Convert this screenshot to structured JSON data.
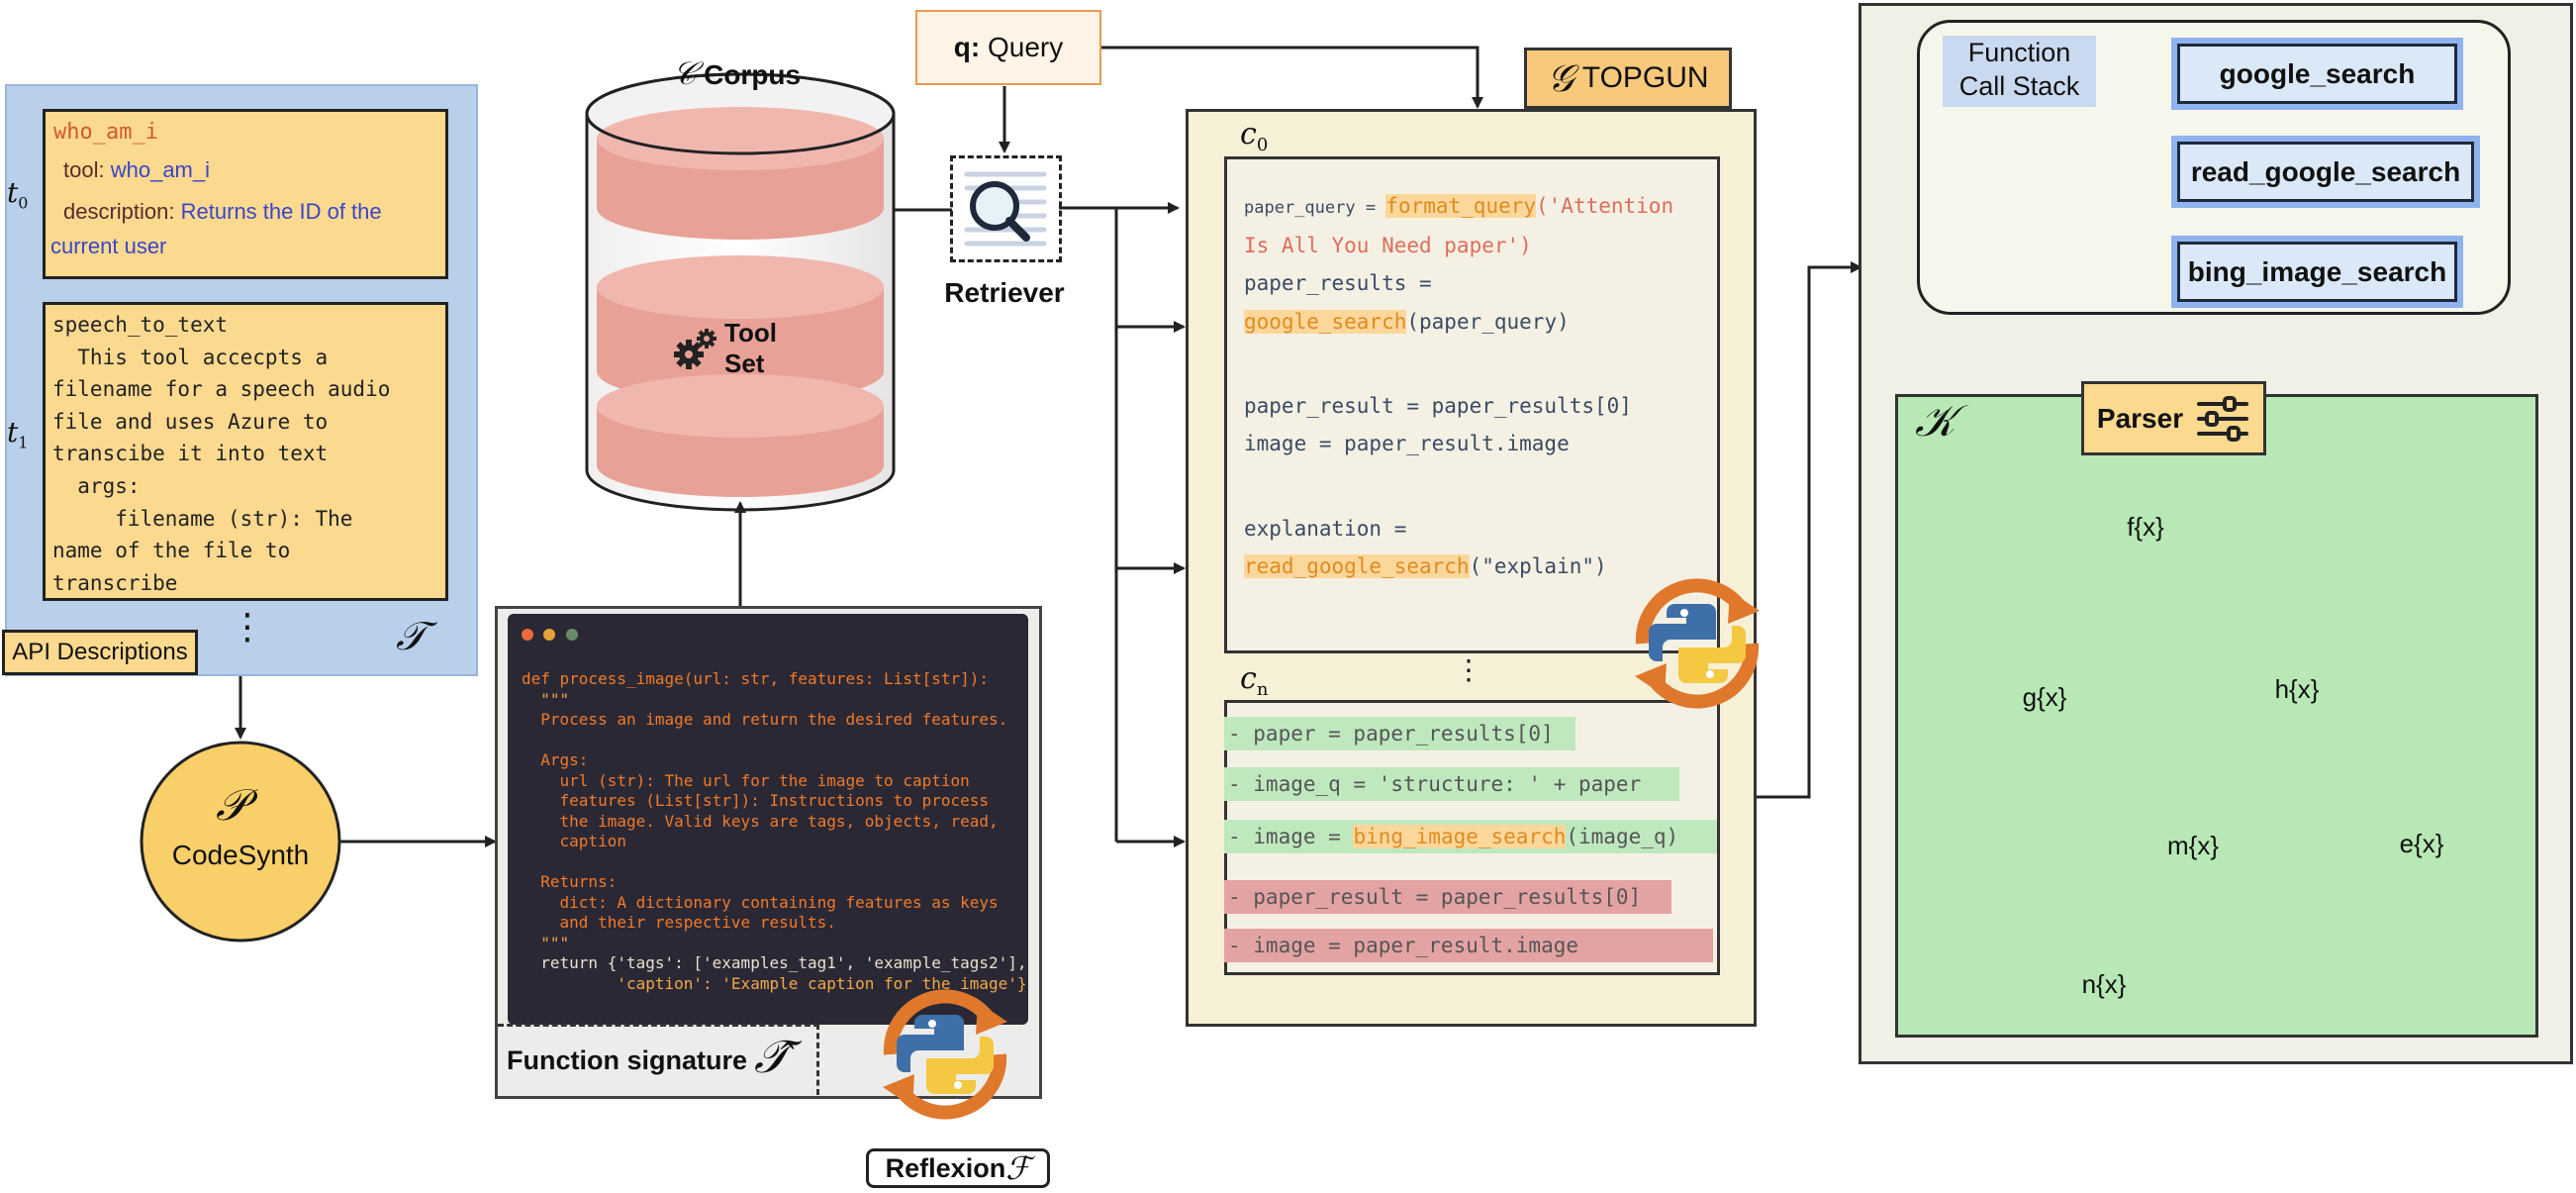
{
  "api_panel": {
    "card1": {
      "name": "who_am_i",
      "tool_key": "tool:",
      "tool_value": "who_am_i",
      "desc_key": "description:",
      "desc_line1": "Returns the ID of the",
      "desc_line2": "current user"
    },
    "card2": {
      "lines": [
        "speech_to_text",
        "  This tool accecpts a",
        "filename for a speech audio",
        "file and uses Azure to",
        "transcibe it into text",
        "  args:",
        "     filename (str): The",
        "name of the file to",
        "transcribe"
      ]
    },
    "t0": "t",
    "t0_sub": "0",
    "t1": "t",
    "t1_sub": "1",
    "label": "API Descriptions",
    "set_symbol": "𝒯",
    "ellipsis": "⋮"
  },
  "codesynth": {
    "symbol": "𝒫",
    "label": "CodeSynth"
  },
  "corpus": {
    "symbol": "𝒞",
    "title": "Corpus",
    "toolset": "Tool Set"
  },
  "query": {
    "bold": "q:",
    "text": "Query"
  },
  "retriever": {
    "label": "Retriever"
  },
  "function_signature": {
    "label": "Function signature",
    "symbol": "𝒯̂",
    "code": [
      {
        "t": "def process_image(url: str, features: List[str]):",
        "c": "#f07a28"
      },
      {
        "t": "  \"\"\"",
        "c": "#f0a848"
      },
      {
        "t": "  Process an image and return the desired features.",
        "c": "#f07a28"
      },
      {
        "t": "",
        "c": "#f07a28"
      },
      {
        "t": "  Args:",
        "c": "#f07a28"
      },
      {
        "t": "    url (str): The url for the image to caption",
        "c": "#f07a28"
      },
      {
        "t": "    features (List[str]): Instructions to process",
        "c": "#f07a28"
      },
      {
        "t": "    the image. Valid keys are tags, objects, read,",
        "c": "#f07a28"
      },
      {
        "t": "    caption",
        "c": "#f07a28"
      },
      {
        "t": "",
        "c": "#f07a28"
      },
      {
        "t": "  Returns:",
        "c": "#f07a28"
      },
      {
        "t": "    dict: A dictionary containing features as keys",
        "c": "#f07a28"
      },
      {
        "t": "    and their respective results.",
        "c": "#f07a28"
      },
      {
        "t": "  \"\"\"",
        "c": "#f0a848"
      },
      {
        "t": "  return {'tags': ['examples_tag1', 'example_tags2'],",
        "c": "#e8e0d0"
      },
      {
        "t": "          'caption': 'Example caption for the image'}",
        "c": "#f0a848"
      }
    ]
  },
  "reflexion": {
    "label": "Reflexion",
    "symbol": "ℱ"
  },
  "topgun": {
    "symbol": "𝒢",
    "title": "TOPGUN",
    "c0": "c",
    "c0_sub": "0",
    "cn": "c",
    "cn_sub": "n",
    "ellipsis": "⋮",
    "c0_code": {
      "l1_a": "paper_query = ",
      "l1_fn": "format_query",
      "l1_b": "('Attention",
      "l2": "Is All You Need paper')",
      "l3": "paper_results =",
      "l4_fn": "google_search",
      "l4_b": "(paper_query)",
      "l5": "paper_result = paper_results[0]",
      "l6": "image = paper_result.image",
      "l7": "explanation =",
      "l8_fn": "read_google_search",
      "l8_b": "(\"explain\")"
    },
    "cn_code": {
      "g1": "- paper = paper_results[0]",
      "g2": "- image_q = 'structure: ' + paper",
      "g3_a": "- image = ",
      "g3_fn": "bing_image_search",
      "g3_b": "(image_q)",
      "r1": "- paper_result = paper_results[0]",
      "r2": "- image = paper_result.image"
    }
  },
  "call_stack": {
    "label_line1": "Function",
    "label_line2": "Call Stack",
    "functions": [
      "google_search",
      "read_google_search",
      "bing_image_search"
    ]
  },
  "parser": {
    "label": "Parser",
    "symbol": "𝒦",
    "nodes": [
      "f{x}",
      "g{x}",
      "h{x}",
      "m{x}",
      "e{x}",
      "n{x}"
    ]
  },
  "colors": {
    "api_blue": "#b9cfea",
    "card_yellow": "#fbd98f",
    "codesynth_fill": "#f9cf6a",
    "topgun_bg": "#f6f0d6",
    "parser_green": "#b7e8b5",
    "editor_bg": "#2b2835",
    "highlight_green": "#bfe8bf",
    "highlight_red": "#e4a3a3",
    "corpus_pink": "#e8a196"
  }
}
